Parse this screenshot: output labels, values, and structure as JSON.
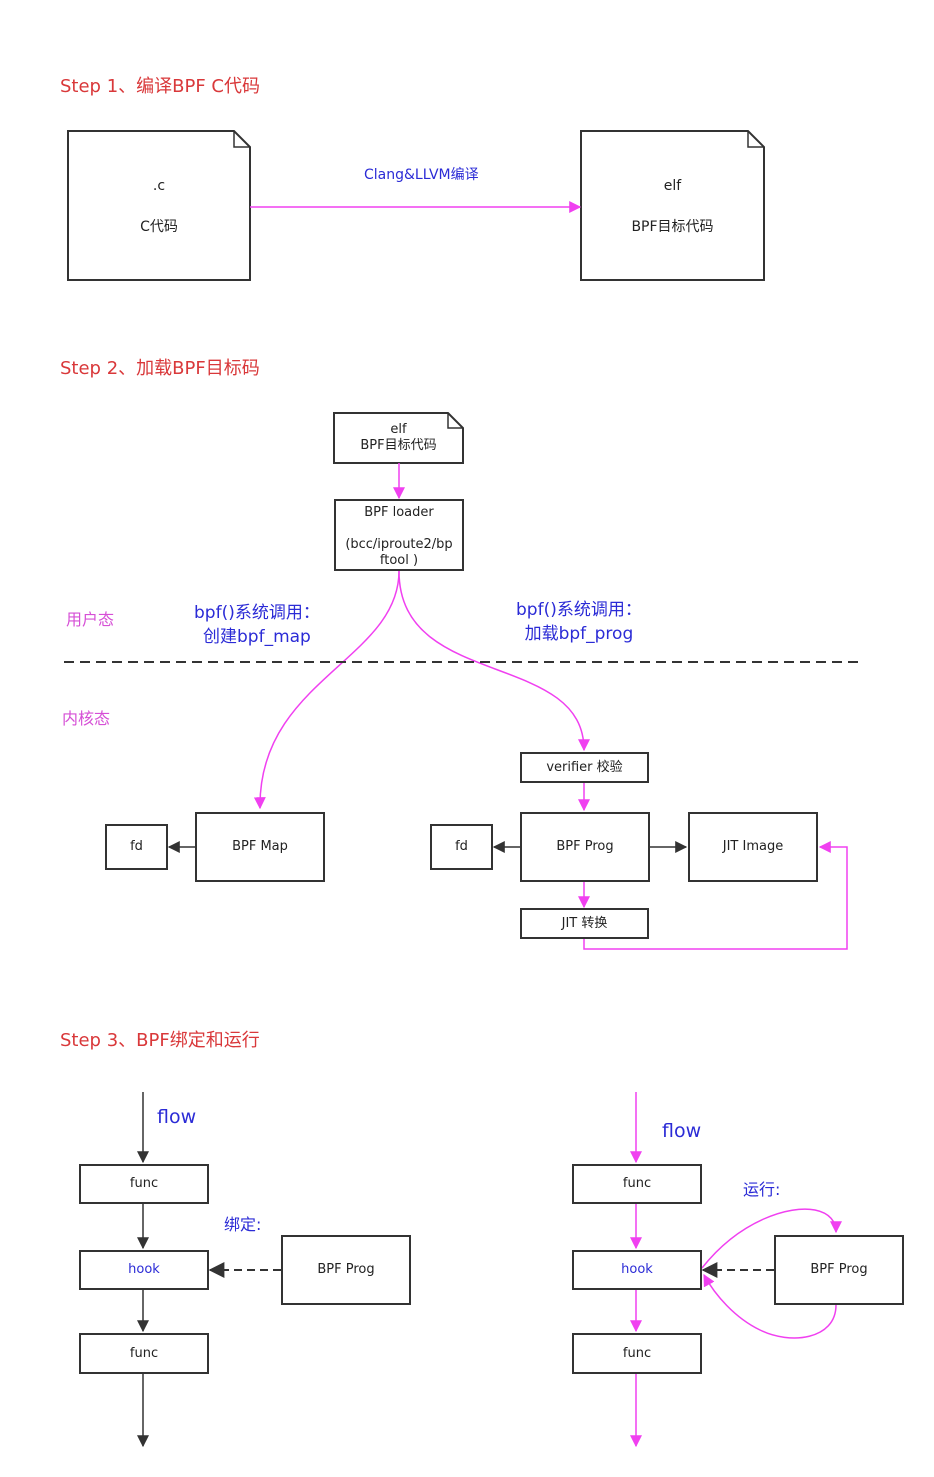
{
  "step1": {
    "title": "Step 1、编译BPF C代码",
    "src_doc": {
      "line1": ".c",
      "line2": "C代码"
    },
    "dst_doc": {
      "line1": "elf",
      "line2": "BPF目标代码"
    },
    "arrow_label": "Clang&LLVM编译"
  },
  "step2": {
    "title": "Step 2、加载BPF目标码",
    "elf_doc": {
      "line1": "elf",
      "line2": "BPF目标代码"
    },
    "loader": {
      "line1": "BPF loader",
      "line2": "(bcc/iproute2/bp",
      "line3": "ftool )"
    },
    "user_space": "用户态",
    "kernel_space": "内核态",
    "syscall_map": {
      "line1": "bpf()系统调用：",
      "line2": "创建bpf_map"
    },
    "syscall_prog": {
      "line1": "bpf()系统调用：",
      "line2": "加载bpf_prog"
    },
    "fd_left": "fd",
    "bpf_map": "BPF Map",
    "verifier": "verifier 校验",
    "fd_right": "fd",
    "bpf_prog": "BPF Prog",
    "jit_image": "JIT Image",
    "jit_convert": "JIT 转换"
  },
  "step3": {
    "title": "Step 3、BPF绑定和运行",
    "left": {
      "flow": "flow",
      "func_top": "func",
      "hook": "hook",
      "func_bottom": "func",
      "bind_label": "绑定:",
      "bpf_prog": "BPF Prog"
    },
    "right": {
      "flow": "flow",
      "func_top": "func",
      "hook": "hook",
      "func_bottom": "func",
      "run_label": "运行:",
      "bpf_prog": "BPF Prog"
    }
  },
  "colors": {
    "title_red": "#d9383a",
    "label_blue": "#2b2bd6",
    "arrow_magenta": "#f040f0",
    "space_label": "#d64fd6"
  }
}
